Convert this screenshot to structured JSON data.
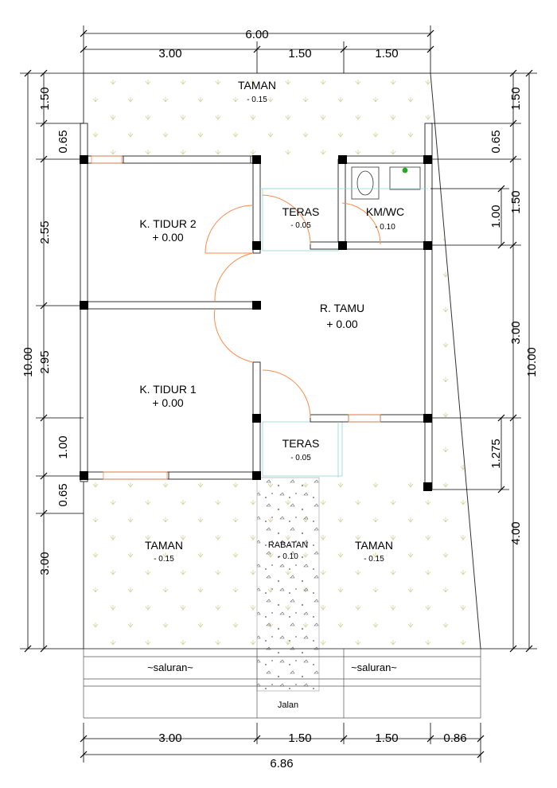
{
  "dims": {
    "top_total": "6.00",
    "top_seg1": "3.00",
    "top_seg2": "1.50",
    "top_seg3": "1.50",
    "bottom_seg1": "3.00",
    "bottom_seg2": "1.50",
    "bottom_seg3": "1.50",
    "bottom_seg4": "0.86",
    "bottom_total": "6.86",
    "left_total": "10.00",
    "left_a": "1.50",
    "left_b": "0.65",
    "left_c": "2.55",
    "left_d": "2.95",
    "left_e": "1.00",
    "left_f": "0.65",
    "left_g": "3.00",
    "right_total": "10.00",
    "right_a": "1.50",
    "right_b": "0.65",
    "right_c": "1.50",
    "right_d": "1.00",
    "right_e": "3.00",
    "right_f": "1.275",
    "right_g": "4.00"
  },
  "rooms": {
    "taman_top": {
      "name": "TAMAN",
      "level": "- 0.15"
    },
    "k_tidur_2": {
      "name": "K. TIDUR 2",
      "level": "+ 0.00"
    },
    "k_tidur_1": {
      "name": "K. TIDUR 1",
      "level": "+ 0.00"
    },
    "teras_top": {
      "name": "TERAS",
      "level": "- 0.05"
    },
    "km_wc": {
      "name": "KM/WC",
      "level": "- 0.10"
    },
    "r_tamu": {
      "name": "R. TAMU",
      "level": "+ 0.00"
    },
    "teras_bottom": {
      "name": "TERAS",
      "level": "- 0.05"
    },
    "taman_left": {
      "name": "TAMAN",
      "level": "- 0.15"
    },
    "rabatan": {
      "name": "RABATAN",
      "level": "- 0.10"
    },
    "taman_right": {
      "name": "TAMAN",
      "level": "- 0.15"
    }
  },
  "street": {
    "saluran_left": "~saluran~",
    "saluran_right": "~saluran~",
    "jalan": "Jalan"
  },
  "colors": {
    "door_arc": "#ff8a4a",
    "glass": "#8fd6d6",
    "garden_mark": "#d8d8a0"
  }
}
